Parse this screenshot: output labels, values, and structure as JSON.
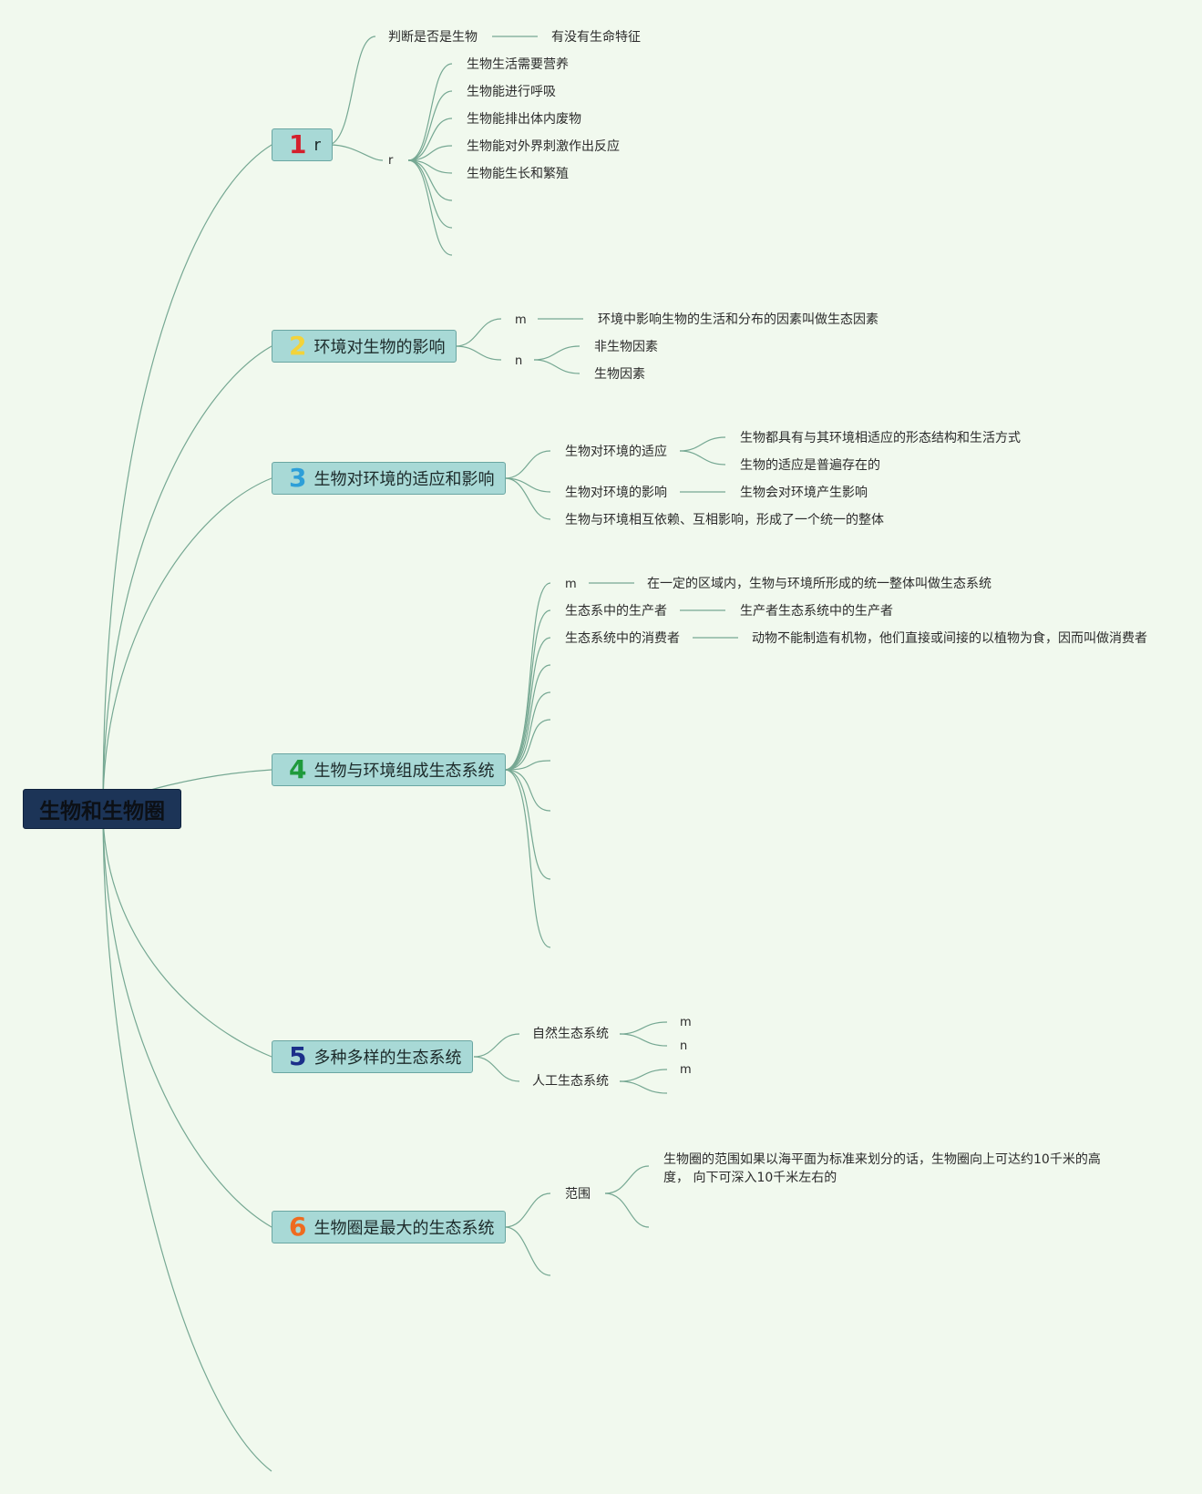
{
  "root": {
    "label": "生物和生物圈",
    "fill": "#1c3457"
  },
  "colors": {
    "line": "#76a893",
    "topic_fill": "#a8d9d6",
    "background": "#f1f9ee"
  },
  "topics": [
    {
      "num": "1",
      "num_color": "#d4202c",
      "label": "r",
      "children": [
        {
          "label": "判断是否是生物",
          "child": "有没有生命特征"
        },
        {
          "label": "r",
          "children": [
            "生物生活需要营养",
            "生物能进行呼吸",
            "生物能排出体内废物",
            "生物能对外界刺激作出反应",
            "生物能生长和繁殖"
          ]
        }
      ]
    },
    {
      "num": "2",
      "num_color": "#f3d33a",
      "label": "环境对生物的影响",
      "children": [
        {
          "label": "m",
          "child": "环境中影响生物的生活和分布的因素叫做生态因素"
        },
        {
          "label": "n",
          "children": [
            "非生物因素",
            "生物因素"
          ]
        }
      ]
    },
    {
      "num": "3",
      "num_color": "#2d9fd8",
      "label": "生物对环境的适应和影响",
      "children": [
        {
          "label": "生物对环境的适应",
          "children": [
            "生物都具有与其环境相适应的形态结构和生活方式",
            "生物的适应是普遍存在的"
          ]
        },
        {
          "label": "生物对环境的影响",
          "child": "生物会对环境产生影响"
        },
        {
          "label": "生物与环境相互依赖、互相影响，形成了一个统一的整体"
        }
      ]
    },
    {
      "num": "4",
      "num_color": "#1f9a3c",
      "label": "生物与环境组成生态系统",
      "children": [
        {
          "label": "m",
          "child": "在一定的区域内，生物与环境所形成的统一整体叫做生态系统"
        },
        {
          "label": "生态系中的生产者",
          "child": "生产者生态系统中的生产者"
        },
        {
          "label": "生态系统中的消费者",
          "child": "动物不能制造有机物，他们直接或间接的以植物为食，因而叫做消费者"
        }
      ]
    },
    {
      "num": "5",
      "num_color": "#1b2f8a",
      "label": "多种多样的生态系统",
      "children": [
        {
          "label": "自然生态系统",
          "children": [
            "m",
            "n"
          ]
        },
        {
          "label": "人工生态系统",
          "children": [
            "m"
          ]
        }
      ]
    },
    {
      "num": "6",
      "num_color": "#ef6b1f",
      "label": "生物圈是最大的生态系统",
      "children": [
        {
          "label": "范围",
          "child": "生物圈的范围如果以海平面为标准来划分的话，生物圈向上可达约10千米的高度， 向下可深入10千米左右的"
        }
      ]
    }
  ]
}
